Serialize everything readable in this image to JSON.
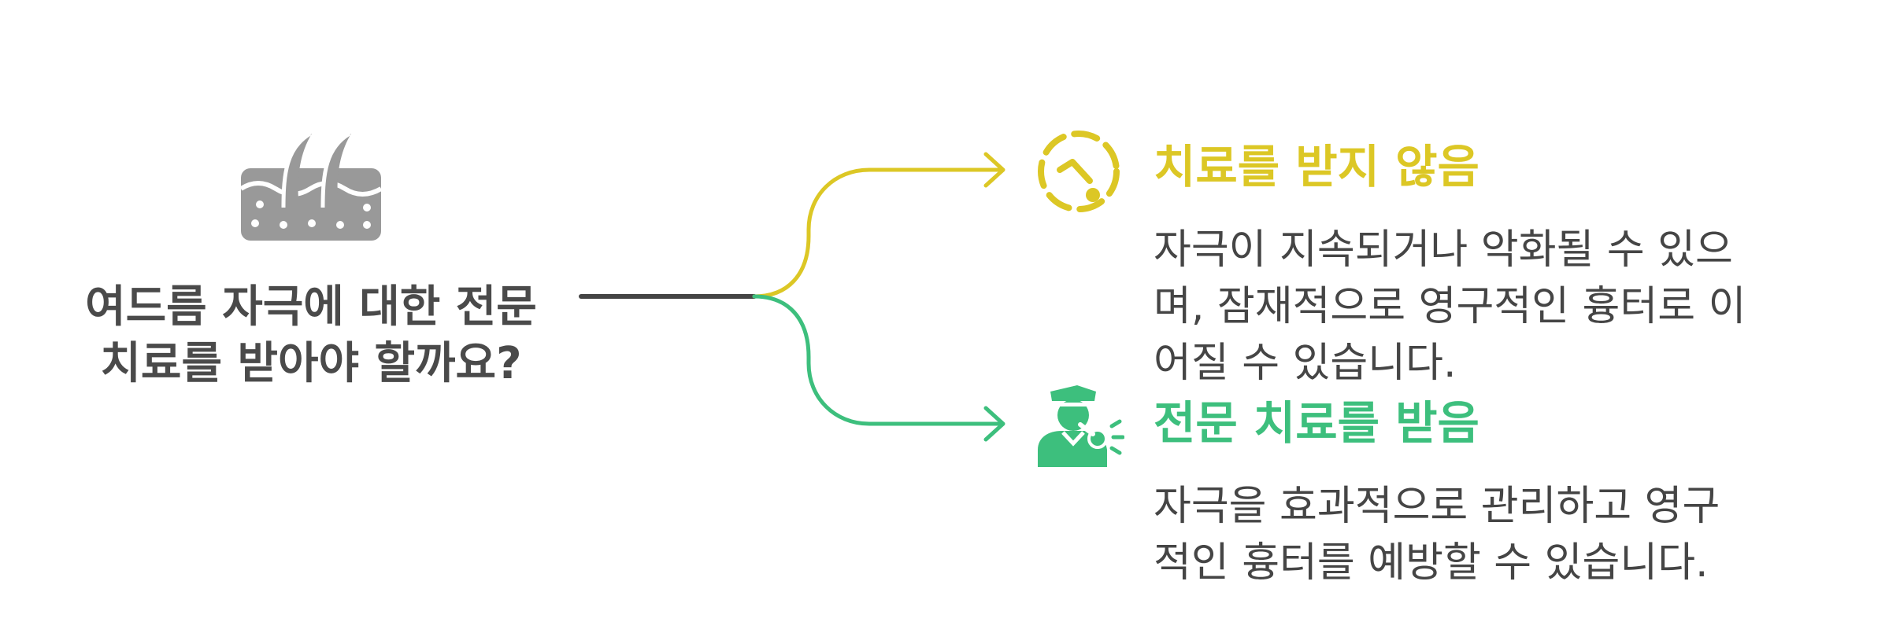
{
  "question": {
    "lines": [
      "여드름 자극에 대한 전문",
      "치료를 받아야 할까요?"
    ],
    "icon": "skin-hair-icon"
  },
  "options": [
    {
      "title": "치료를 받지 않음",
      "description_lines": [
        "자극이 지속되거나 악화될 수 있으",
        "며, 잠재적으로 영구적인 흉터로 이",
        "어질 수 있습니다."
      ],
      "icon": "timer-icon",
      "color": "#dcc725"
    },
    {
      "title": "전문 치료를 받음",
      "description_lines": [
        "자극을 효과적으로 관리하고 영구",
        "적인 흉터를 예방할 수 있습니다."
      ],
      "icon": "dermatologist-icon",
      "color": "#3dbf7d"
    }
  ],
  "colors": {
    "stem": "#444444",
    "question_text": "#4a4a4a",
    "icon_gray": "#999999",
    "description_text": "#454545"
  }
}
